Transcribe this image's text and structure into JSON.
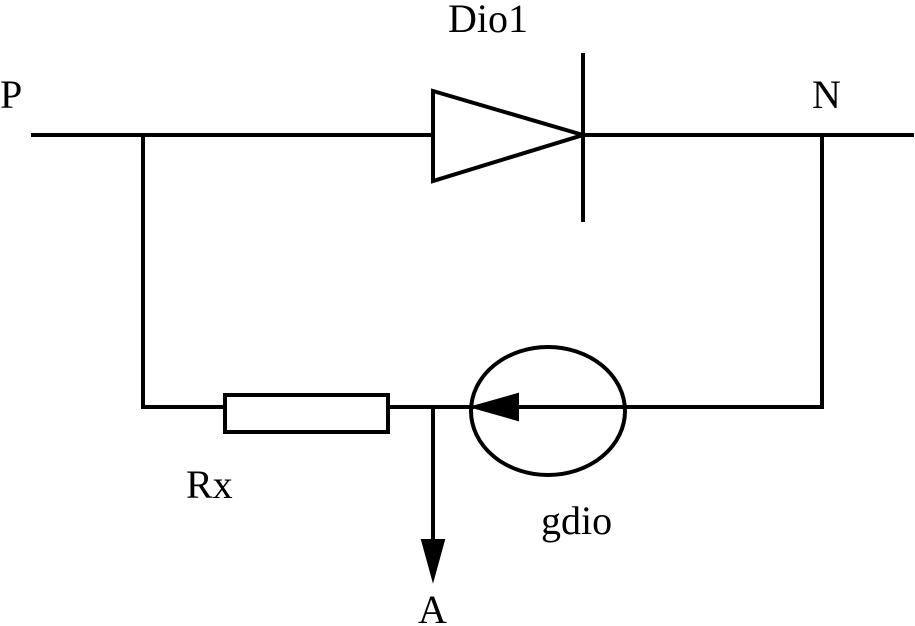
{
  "labels": {
    "p": "P",
    "n": "N",
    "diode": "Dio1",
    "resistor": "Rx",
    "current_source": "gdio",
    "output": "A"
  },
  "colors": {
    "line": "#000000",
    "background": "#ffffff"
  }
}
